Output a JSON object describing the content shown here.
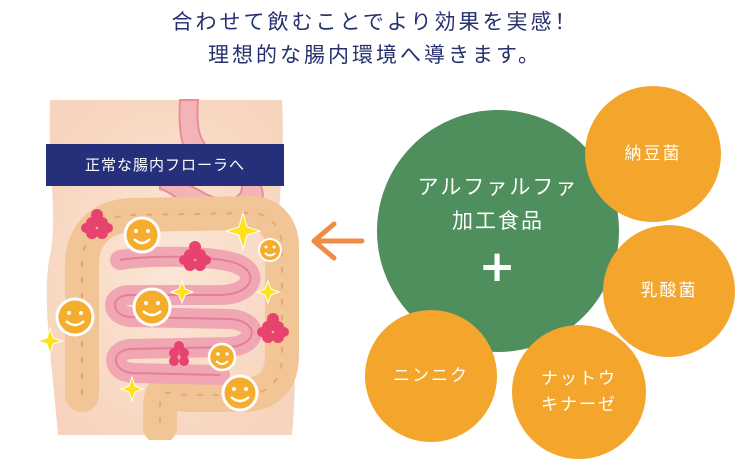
{
  "headline": {
    "line1": "合わせて飲むことでより効果を実感！",
    "line2": "理想的な腸内環境へ導きます。"
  },
  "banner": {
    "label": "正常な腸内フローラへ"
  },
  "main_circle": {
    "line1": "アルファルファ",
    "line2": "加工食品",
    "plus": "+"
  },
  "ingredients": {
    "natto": {
      "label": "納豆菌"
    },
    "lactic": {
      "label": "乳酸菌"
    },
    "garlic": {
      "label": "ニンニク"
    },
    "nattokinase": {
      "line1": "ナットウ",
      "line2": "キナーゼ"
    }
  },
  "colors": {
    "navy": "#26307a",
    "green": "#4e8f5d",
    "orange": "#f4a52b",
    "arrow": "#ef8b45"
  }
}
